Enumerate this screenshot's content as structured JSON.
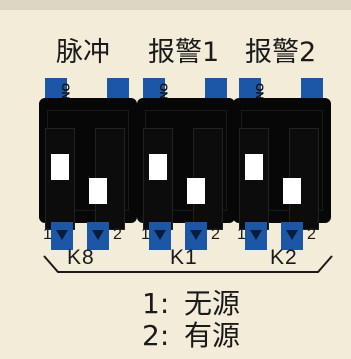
{
  "section_labels": [
    "脉冲",
    "报警1",
    "报警2"
  ],
  "switches": [
    {
      "id": "K8",
      "pin1": "1",
      "pin2": "2",
      "on_mark": "ON"
    },
    {
      "id": "K1",
      "pin1": "1",
      "pin2": "2",
      "on_mark": "ON"
    },
    {
      "id": "K2",
      "pin1": "1",
      "pin2": "2",
      "on_mark": "ON"
    }
  ],
  "legend": [
    {
      "key": "1:",
      "value": "无源"
    },
    {
      "key": "2:",
      "value": "有源"
    }
  ],
  "colors": {
    "background": "#f3ecd9",
    "pin_blue": "#1c56a6",
    "switch_body": "#070707",
    "knob": "#ffffff"
  }
}
